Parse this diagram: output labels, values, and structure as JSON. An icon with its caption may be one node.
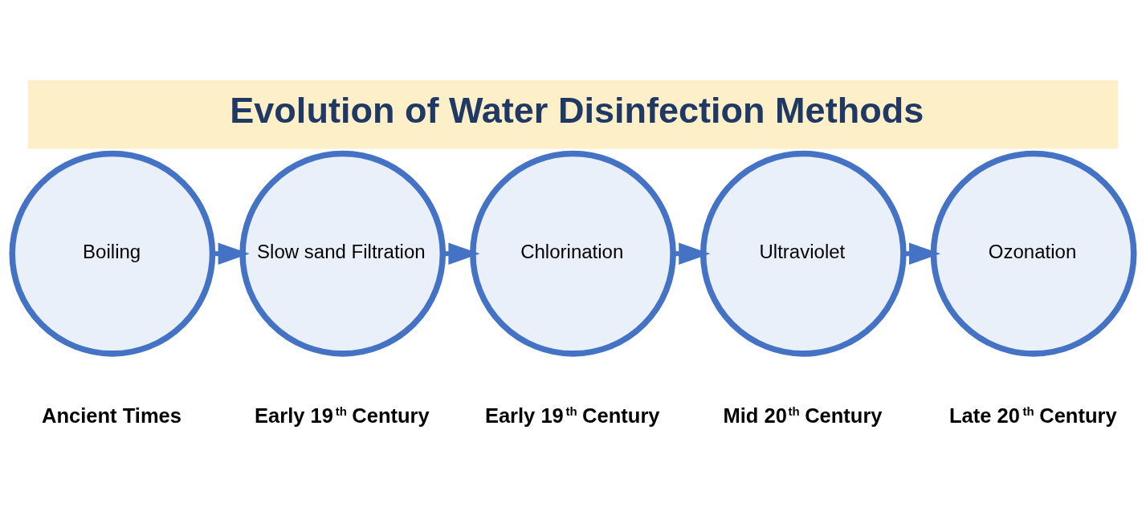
{
  "diagram": {
    "title": "Evolution of Water Disinfection Methods",
    "nodes": [
      {
        "text": [
          "Boiling"
        ],
        "beside": [
          "Ancient Times"
        ]
      },
      {
        "text": [
          "Slow sand Filtration"
        ],
        "beside": [
          "Early 19$^{th}$ Century"
        ]
      },
      {
        "text": [
          "Chlorination"
        ],
        "beside": [
          "Early 19$^{th}$ Century"
        ]
      },
      {
        "text": [
          "Ultraviolet"
        ],
        "beside": [
          "Mid 20$^{th}$ Century"
        ]
      },
      {
        "text": [
          "Ozonation"
        ],
        "beside": [
          "Late 20$^{th}$ Century"
        ]
      }
    ],
    "edges": [
      {
        "from": 0,
        "to": 1,
        "arrow": "to"
      },
      {
        "from": 1,
        "to": 2,
        "arrow": "to"
      },
      {
        "from": 2,
        "to": 3,
        "arrow": "to"
      },
      {
        "from": 3,
        "to": 4,
        "arrow": "to"
      }
    ]
  }
}
